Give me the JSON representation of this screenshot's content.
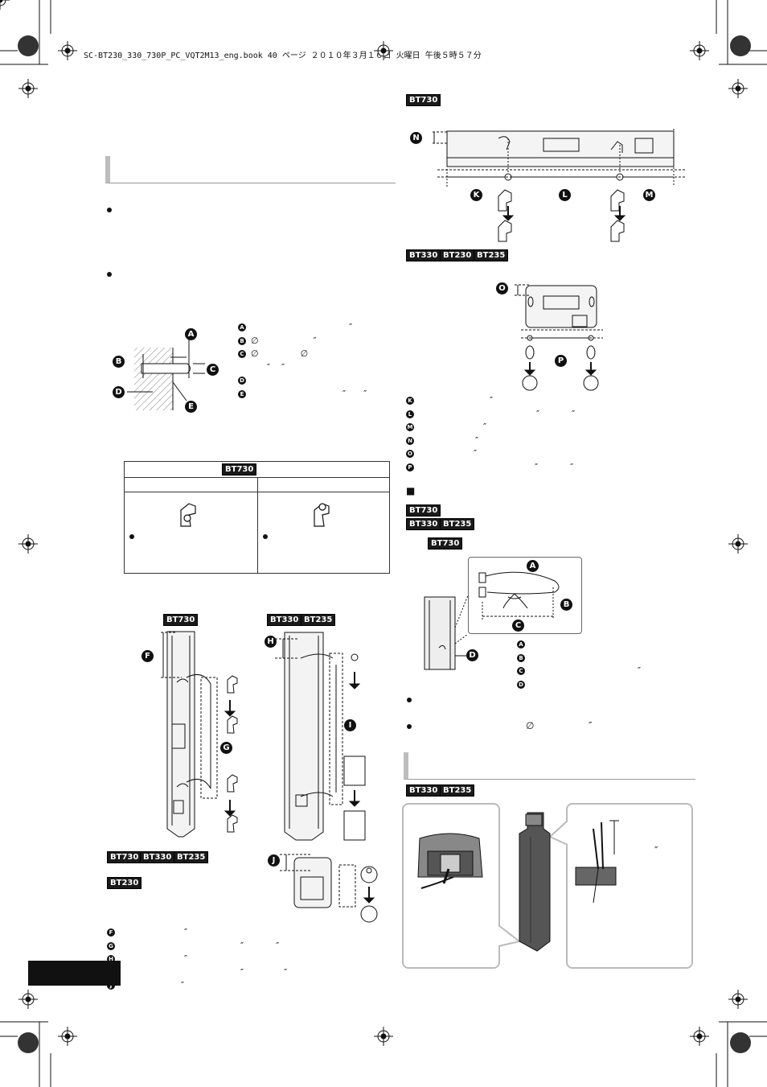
{
  "header": {
    "file_line": "SC-BT230_330_730P_PC_VQT2M13_eng.book  40 ページ  ２０１０年３月１６日  火曜日  午後５時５７分"
  },
  "models": {
    "bt730": "BT730",
    "bt330": "BT330",
    "bt230": "BT230",
    "bt235": "BT235"
  },
  "letters": [
    "A",
    "B",
    "C",
    "D",
    "E",
    "F",
    "G",
    "H",
    "I",
    "J",
    "K",
    "L",
    "M",
    "N",
    "O",
    "P"
  ],
  "marks": {
    "inch": "″",
    "diameter": "∅",
    "square": "■"
  },
  "table": {
    "header_badge": "BT730"
  }
}
